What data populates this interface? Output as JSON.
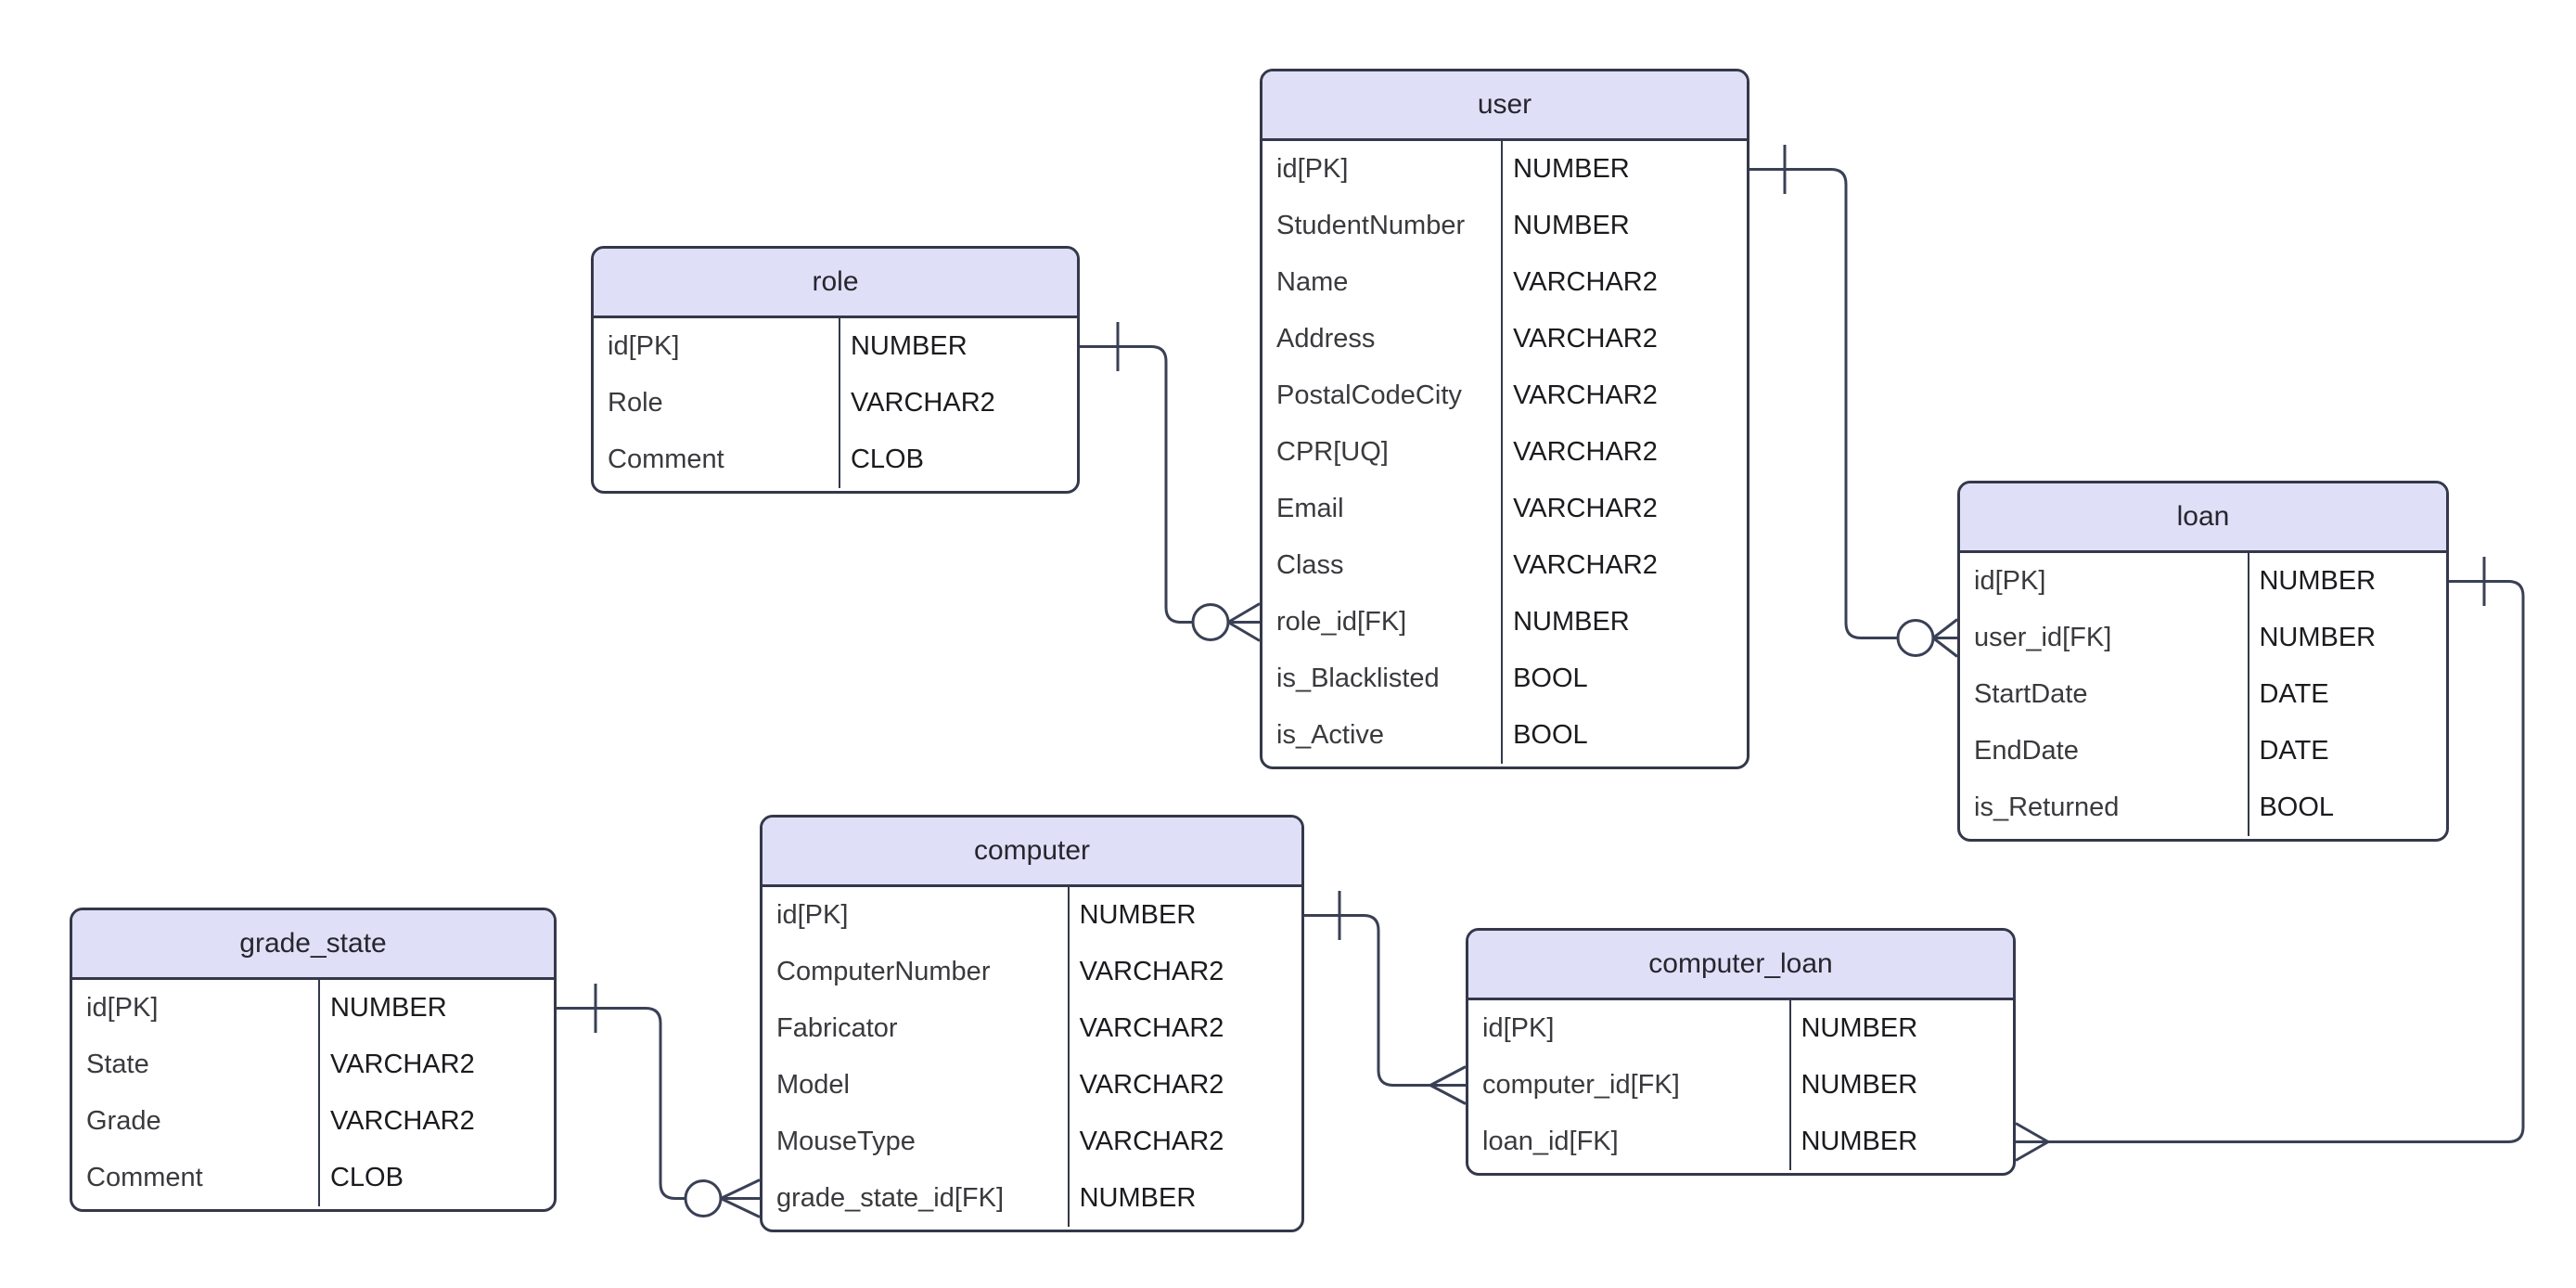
{
  "diagram": {
    "title": "computer-loan-er-diagram",
    "colors": {
      "background": "#ffffff",
      "table_header_fill": "#dfdff7",
      "table_border": "#34384a",
      "connector": "#3a4055",
      "label_text": "#3a3a3e",
      "type_text": "#1b1b1f"
    },
    "tables": [
      {
        "name": "user",
        "title": "user",
        "fields": [
          {
            "label": "id[PK]",
            "type": "NUMBER"
          },
          {
            "label": "StudentNumber",
            "type": "NUMBER"
          },
          {
            "label": "Name",
            "type": "VARCHAR2"
          },
          {
            "label": "Address",
            "type": "VARCHAR2"
          },
          {
            "label": "PostalCodeCity",
            "type": "VARCHAR2"
          },
          {
            "label": "CPR[UQ]",
            "type": "VARCHAR2"
          },
          {
            "label": "Email",
            "type": "VARCHAR2"
          },
          {
            "label": "Class",
            "type": "VARCHAR2"
          },
          {
            "label": "role_id[FK]",
            "type": "NUMBER"
          },
          {
            "label": "is_Blacklisted",
            "type": "BOOL"
          },
          {
            "label": "is_Active",
            "type": "BOOL"
          }
        ]
      },
      {
        "name": "role",
        "title": "role",
        "fields": [
          {
            "label": "id[PK]",
            "type": "NUMBER"
          },
          {
            "label": "Role",
            "type": "VARCHAR2"
          },
          {
            "label": "Comment",
            "type": "CLOB"
          }
        ]
      },
      {
        "name": "loan",
        "title": "loan",
        "fields": [
          {
            "label": "id[PK]",
            "type": "NUMBER"
          },
          {
            "label": "user_id[FK]",
            "type": "NUMBER"
          },
          {
            "label": "StartDate",
            "type": "DATE"
          },
          {
            "label": "EndDate",
            "type": "DATE"
          },
          {
            "label": "is_Returned",
            "type": "BOOL"
          }
        ]
      },
      {
        "name": "computer",
        "title": "computer",
        "fields": [
          {
            "label": "id[PK]",
            "type": "NUMBER"
          },
          {
            "label": "ComputerNumber",
            "type": "VARCHAR2"
          },
          {
            "label": "Fabricator",
            "type": "VARCHAR2"
          },
          {
            "label": "Model",
            "type": "VARCHAR2"
          },
          {
            "label": "MouseType",
            "type": "VARCHAR2"
          },
          {
            "label": "grade_state_id[FK]",
            "type": "NUMBER"
          }
        ]
      },
      {
        "name": "grade_state",
        "title": "grade_state",
        "fields": [
          {
            "label": "id[PK]",
            "type": "NUMBER"
          },
          {
            "label": "State",
            "type": "VARCHAR2"
          },
          {
            "label": "Grade",
            "type": "VARCHAR2"
          },
          {
            "label": "Comment",
            "type": "CLOB"
          }
        ]
      },
      {
        "name": "computer_loan",
        "title": "computer_loan",
        "fields": [
          {
            "label": "id[PK]",
            "type": "NUMBER"
          },
          {
            "label": "computer_id[FK]",
            "type": "NUMBER"
          },
          {
            "label": "loan_id[FK]",
            "type": "NUMBER"
          }
        ]
      }
    ],
    "relationships": [
      {
        "id": "role-user",
        "from": "role.id",
        "to": "user.role_id",
        "from_cardinality": "one",
        "to_cardinality": "zero-or-many"
      },
      {
        "id": "user-loan",
        "from": "user.id",
        "to": "loan.user_id",
        "from_cardinality": "one",
        "to_cardinality": "zero-or-many"
      },
      {
        "id": "loan-computer_loan",
        "from": "loan.id",
        "to": "computer_loan.loan_id",
        "from_cardinality": "one",
        "to_cardinality": "many"
      },
      {
        "id": "computer-computer_loan",
        "from": "computer.id",
        "to": "computer_loan.computer_id",
        "from_cardinality": "one",
        "to_cardinality": "many"
      },
      {
        "id": "grade_state-computer",
        "from": "grade_state.id",
        "to": "computer.grade_state_id",
        "from_cardinality": "one",
        "to_cardinality": "zero-or-many"
      }
    ]
  }
}
